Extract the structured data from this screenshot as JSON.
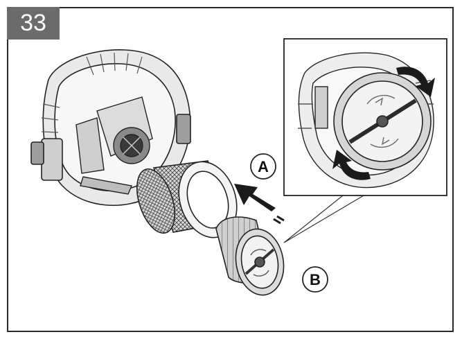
{
  "step": {
    "number": "33"
  },
  "callouts": [
    {
      "id": "A",
      "label": "A"
    },
    {
      "id": "B",
      "label": "B"
    }
  ],
  "colors": {
    "badge": "#6b6b6b",
    "line": "#222222",
    "shade": "#bdbdbd"
  }
}
